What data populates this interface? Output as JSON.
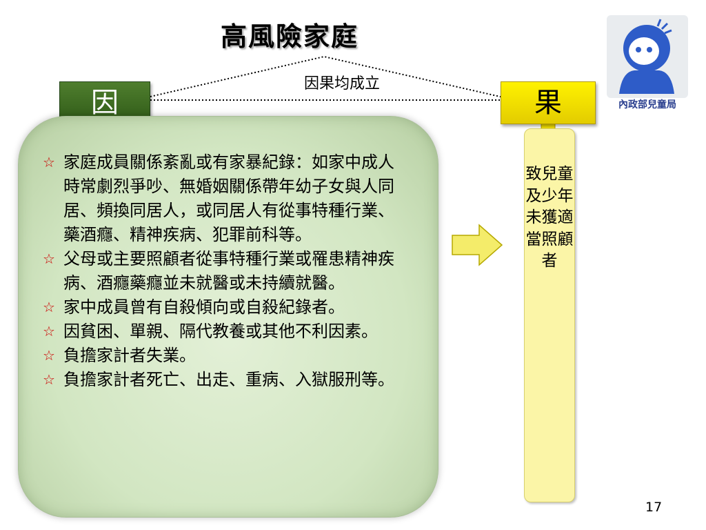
{
  "slide": {
    "title": "高風險家庭",
    "connector_label": "因果均成立",
    "cause_label": "因",
    "effect_label": "果",
    "cause_items": [
      "家庭成員關係紊亂或有家暴紀錄：如家中成人時常劇烈爭吵、無婚姻關係帶年幼子女與人同居、頻換同居人，或同居人有從事特種行業、藥酒癮、精神疾病、犯罪前科等。",
      "父母或主要照顧者從事特種行業或罹患精神疾病、酒癮藥癮並未就醫或未持續就醫。",
      "家中成員曾有自殺傾向或自殺紀錄者。",
      "因貧困、單親、隔代教養或其他不利因素。",
      "負擔家計者失業。",
      "負擔家計者死亡、出走、重病、入獄服刑等。"
    ],
    "effect_text": "致兒童及少年未獲適當照顧者",
    "page_number": "17",
    "logo_text": "內政部兒童局"
  },
  "colors": {
    "cause_green": "#3f6d22",
    "effect_yellow": "#f2df00",
    "panel_green": "#d2e6c2",
    "bullet_red": "#cc0000"
  }
}
